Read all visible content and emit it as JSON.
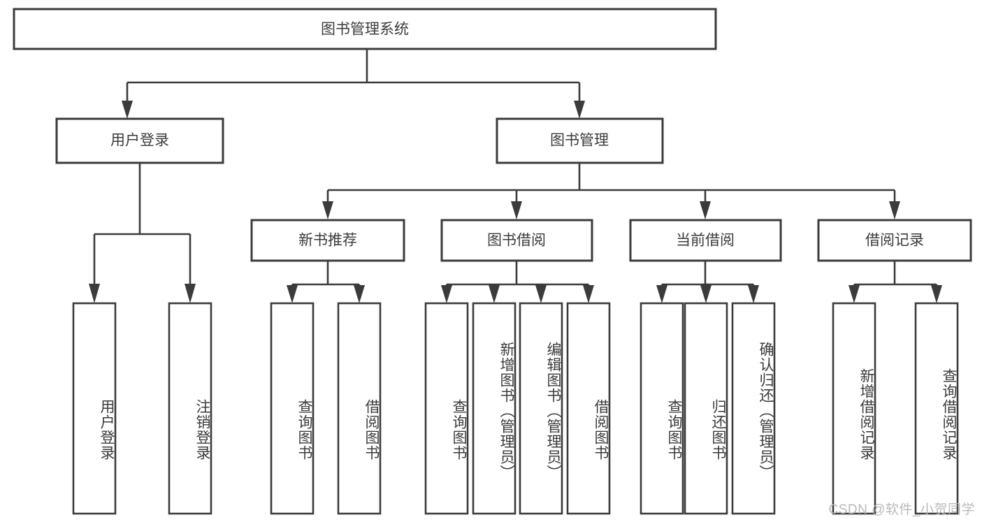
{
  "diagram": {
    "type": "tree-hierarchy",
    "root": {
      "id": "root",
      "label": "图书管理系统"
    },
    "level2": [
      {
        "id": "user-login",
        "label": "用户登录"
      },
      {
        "id": "book-management",
        "label": "图书管理"
      }
    ],
    "level3": [
      {
        "id": "new-book-recommend",
        "label": "新书推荐",
        "parent": "book-management"
      },
      {
        "id": "book-borrow",
        "label": "图书借阅",
        "parent": "book-management"
      },
      {
        "id": "current-borrow",
        "label": "当前借阅",
        "parent": "book-management"
      },
      {
        "id": "borrow-record",
        "label": "借阅记录",
        "parent": "book-management"
      }
    ],
    "leaves": [
      {
        "id": "leaf-user-login",
        "label": "用户登录",
        "parent": "user-login"
      },
      {
        "id": "leaf-logout-login",
        "label": "注销登录",
        "parent": "user-login"
      },
      {
        "id": "leaf-query-book-1",
        "label": "查询图书",
        "parent": "new-book-recommend"
      },
      {
        "id": "leaf-borrow-book-1",
        "label": "借阅图书",
        "parent": "new-book-recommend"
      },
      {
        "id": "leaf-query-book-2",
        "label": "查询图书",
        "parent": "book-borrow"
      },
      {
        "id": "leaf-add-book",
        "label": "新增图书（管理员）",
        "parent": "book-borrow"
      },
      {
        "id": "leaf-edit-book",
        "label": "编辑图书（管理员）",
        "parent": "book-borrow"
      },
      {
        "id": "leaf-borrow-book-2",
        "label": "借阅图书",
        "parent": "book-borrow"
      },
      {
        "id": "leaf-query-book-3",
        "label": "查询图书",
        "parent": "current-borrow"
      },
      {
        "id": "leaf-return-book",
        "label": "归还图书",
        "parent": "current-borrow"
      },
      {
        "id": "leaf-confirm-return",
        "label": "确认归还（管理员）",
        "parent": "current-borrow"
      },
      {
        "id": "leaf-add-record",
        "label": "新增借阅记录",
        "parent": "borrow-record"
      },
      {
        "id": "leaf-query-record",
        "label": "查询借阅记录",
        "parent": "borrow-record"
      }
    ]
  },
  "watermark": {
    "text": "CSDN @软件_小贺同学"
  },
  "colors": {
    "stroke": "#3b3b3b",
    "fill": "#ffffff",
    "text": "#3b3b3b",
    "watermark": "#b9b9b9"
  }
}
